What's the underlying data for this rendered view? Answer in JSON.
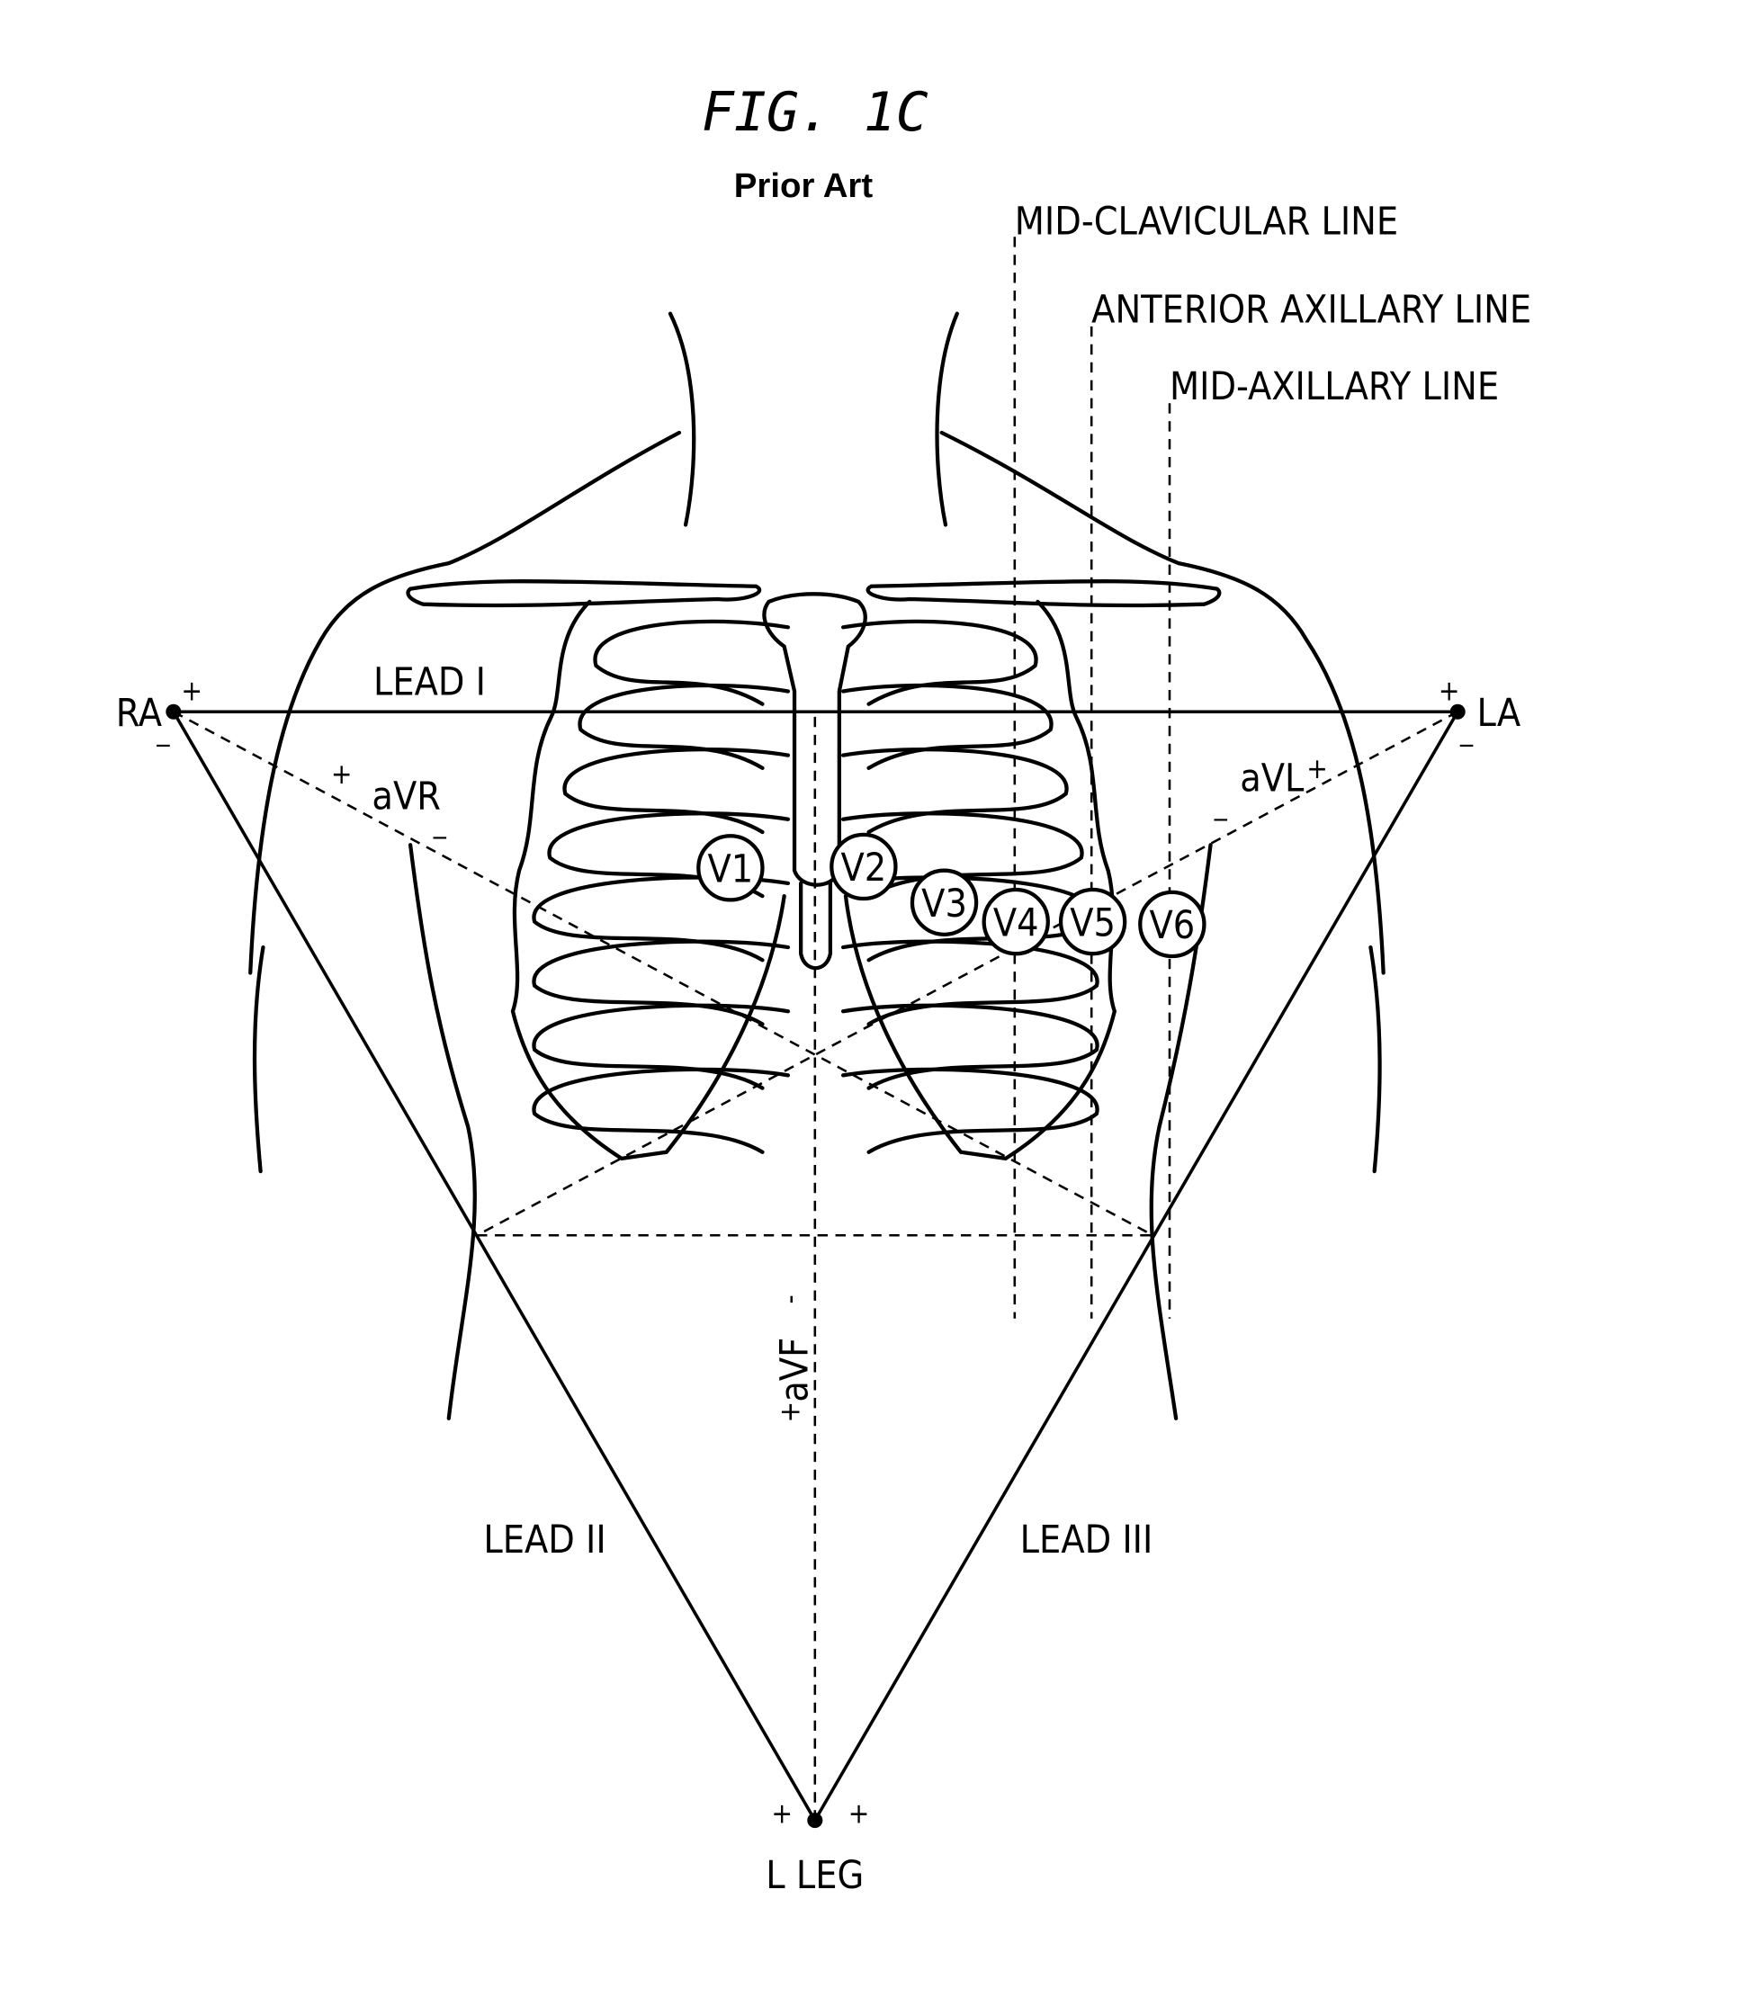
{
  "figure": {
    "title": "FIG. 1C",
    "subtitle": "Prior Art"
  },
  "reference_lines": [
    "MID-CLAVICULAR LINE",
    "ANTERIOR AXILLARY LINE",
    "MID-AXILLARY LINE"
  ],
  "limb_electrodes": {
    "ra": "RA",
    "la": "LA",
    "lleg": "L LEG"
  },
  "leads": {
    "lead_i": "LEAD I",
    "lead_ii": "LEAD II",
    "lead_iii": "LEAD III",
    "avr": "aVR",
    "avl": "aVL",
    "avf": "aVF"
  },
  "polarity": {
    "plus": "+",
    "minus": "-",
    "minus_low": "_"
  },
  "chest_electrodes": [
    "V1",
    "V2",
    "V3",
    "V4",
    "V5",
    "V6"
  ]
}
